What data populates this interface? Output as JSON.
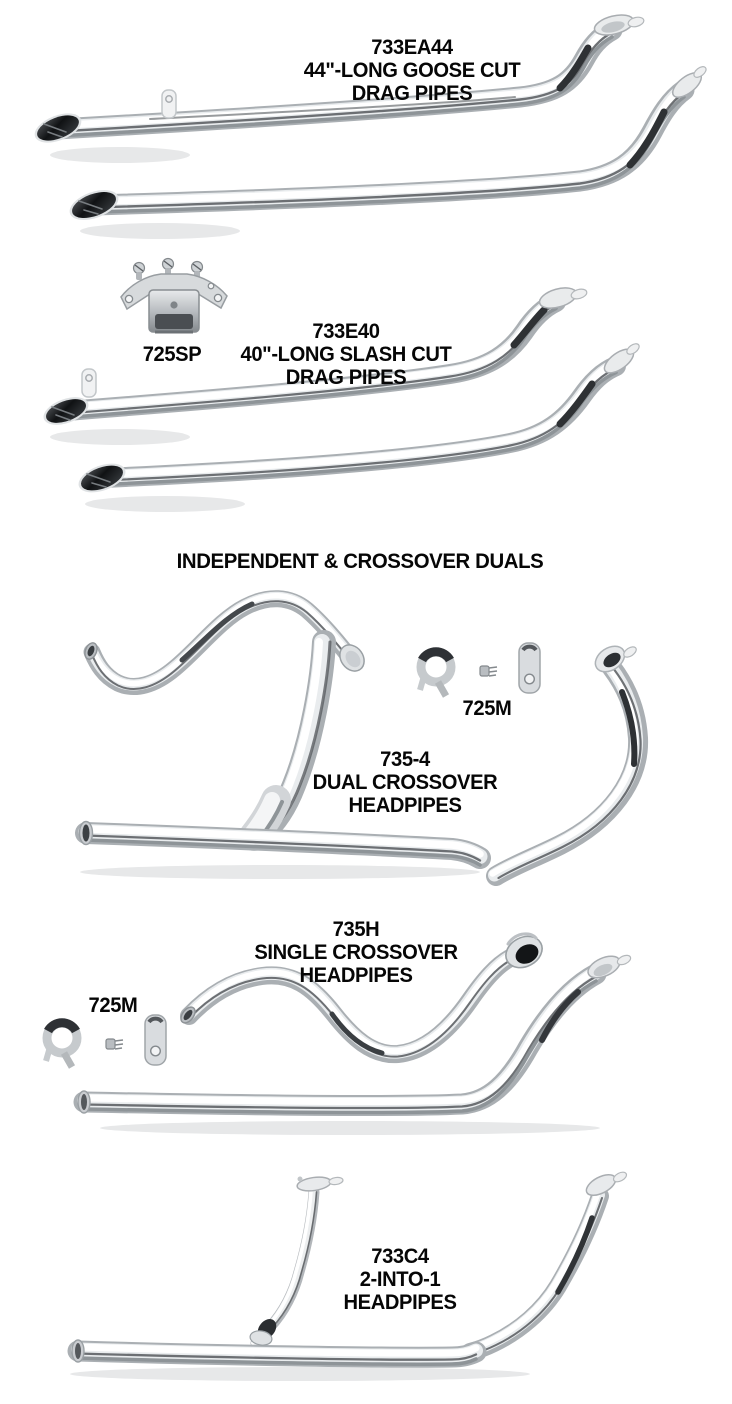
{
  "page_title": "Exhaust Drag Pipes & Headpipes Catalog Page",
  "palette": {
    "background": "#ffffff",
    "text": "#060606",
    "chrome_highlight": "#ffffff",
    "chrome_mid": "#c9ccd0",
    "chrome_shadow": "#8e9498",
    "chrome_dark_reflection": "#3a3e42"
  },
  "sections": [
    {
      "type": "product",
      "part_number": "733EA44",
      "line1": "44\"-LONG GOOSE CUT",
      "line2": "DRAG PIPES"
    },
    {
      "type": "hardware",
      "part_number": "725SP"
    },
    {
      "type": "product",
      "part_number": "733E40",
      "line1": "40\"-LONG SLASH CUT",
      "line2": "DRAG PIPES"
    },
    {
      "type": "header",
      "title": "INDEPENDENT & CROSSOVER DUALS"
    },
    {
      "type": "hardware",
      "part_number": "725M"
    },
    {
      "type": "product",
      "part_number": "735-4",
      "line1": "DUAL CROSSOVER",
      "line2": "HEADPIPES"
    },
    {
      "type": "product",
      "part_number": "735H",
      "line1": "SINGLE CROSSOVER",
      "line2": "HEADPIPES"
    },
    {
      "type": "hardware",
      "part_number": "725M"
    },
    {
      "type": "product",
      "part_number": "733C4",
      "line1": "2-INTO-1",
      "line2": "HEADPIPES"
    }
  ]
}
